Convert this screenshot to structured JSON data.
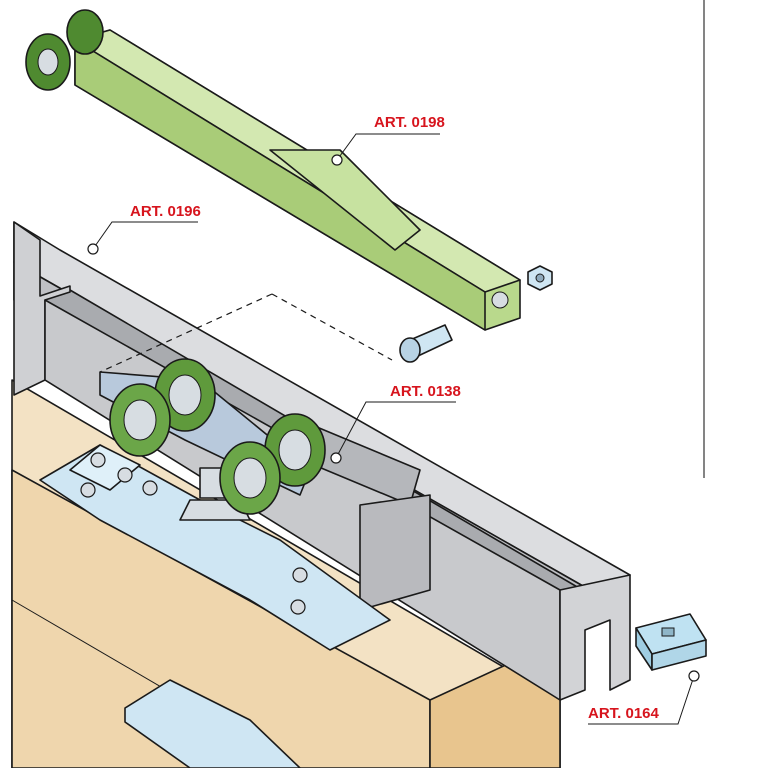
{
  "callouts": [
    {
      "id": "art-0198",
      "label": "ART. 0198"
    },
    {
      "id": "art-0196",
      "label": "ART. 0196"
    },
    {
      "id": "art-0138",
      "label": "ART. 0138"
    },
    {
      "id": "art-0164",
      "label": "ART. 0164"
    }
  ],
  "colors": {
    "callout_text": "#d7141d",
    "bracket_green": "#b9d98c",
    "rail_grey": "#c8c9cc",
    "door_wood": "#f3e2c4",
    "plate_blue": "#cfe6f3",
    "wheel_green": "#5f9a3c"
  }
}
